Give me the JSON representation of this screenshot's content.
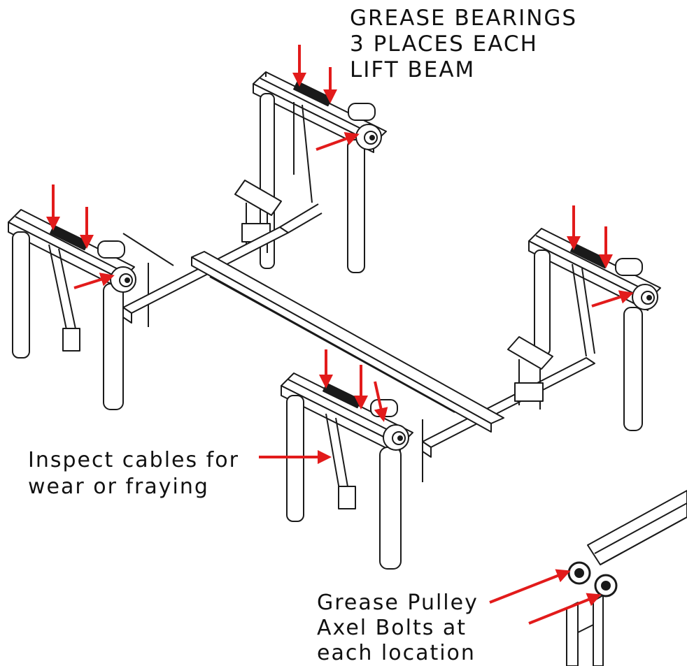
{
  "labels": {
    "grease_bearings": "GREASE BEARINGS\n3 PLACES EACH\nLIFT BEAM",
    "inspect_cables": "Inspect cables for\nwear or fraying",
    "grease_pulley": "Grease Pulley\nAxel Bolts at\neach location"
  },
  "colors": {
    "line": "#1a1a1a",
    "arrow": "#e21b1b",
    "background": "#ffffff"
  }
}
